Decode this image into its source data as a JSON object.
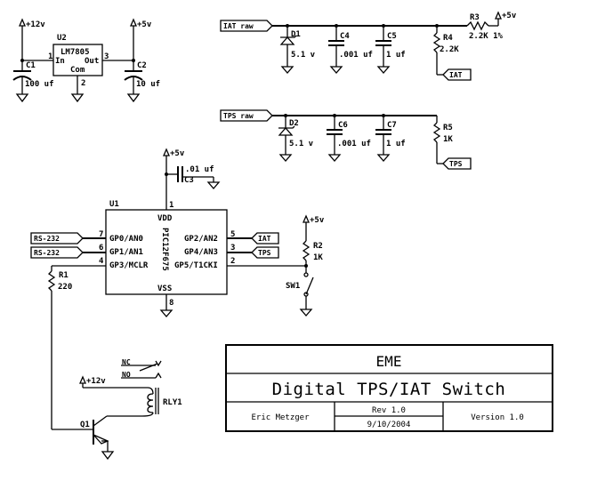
{
  "title_block": {
    "company": "EME",
    "title": "Digital TPS/IAT Switch",
    "author": "Eric Metzger",
    "revision": "Rev 1.0",
    "date": "9/10/2004",
    "version": "Version 1.0"
  },
  "power_supply": {
    "vin_label": "+12v",
    "vout_label": "+5v",
    "regulator": {
      "ref": "U2",
      "part": "LM7805",
      "pin_in": "In",
      "pin_out": "Out",
      "pin_com": "Com",
      "pin1": "1",
      "pin2": "2",
      "pin3": "3"
    },
    "c1": {
      "ref": "C1",
      "value": "100 uf"
    },
    "c2": {
      "ref": "C2",
      "value": "10 uf"
    }
  },
  "iat_input": {
    "port_label": "IAT raw",
    "d1": {
      "ref": "D1",
      "value": "5.1 v"
    },
    "c4": {
      "ref": "C4",
      "value": ".001 uf"
    },
    "c5": {
      "ref": "C5",
      "value": "1 uf"
    },
    "r3": {
      "ref": "R3",
      "value": "2.2K 1%"
    },
    "r4": {
      "ref": "R4",
      "value": "2.2K"
    },
    "supply_label": "+5v",
    "out_label": "IAT"
  },
  "tps_input": {
    "port_label": "TPS raw",
    "d2": {
      "ref": "D2",
      "value": "5.1 v"
    },
    "c6": {
      "ref": "C6",
      "value": ".001 uf"
    },
    "c7": {
      "ref": "C7",
      "value": "1 uf"
    },
    "r5": {
      "ref": "R5",
      "value": "1K"
    },
    "out_label": "TPS"
  },
  "mcu": {
    "ref": "U1",
    "part": "PIC12F675",
    "vdd": "VDD",
    "vss": "VSS",
    "supply_label": "+5v",
    "c3": {
      "ref": "C3",
      "value": ".01 uf"
    },
    "pins_left": [
      {
        "num": "7",
        "name": "GP0/AN0",
        "net": "RS-232"
      },
      {
        "num": "6",
        "name": "GP1/AN1",
        "net": "RS-232"
      },
      {
        "num": "4",
        "name": "GP3/MCLR",
        "net": ""
      }
    ],
    "pins_right": [
      {
        "num": "5",
        "name": "GP2/AN2",
        "net": "IAT"
      },
      {
        "num": "3",
        "name": "GP4/AN3",
        "net": "TPS"
      },
      {
        "num": "2",
        "name": "GP5/T1CKI",
        "net": ""
      }
    ],
    "pin_vdd": "1",
    "pin_vss": "8"
  },
  "switch": {
    "r2": {
      "ref": "R2",
      "value": "1K"
    },
    "sw1": {
      "ref": "SW1"
    },
    "supply_label": "+5v"
  },
  "relay_driver": {
    "r1": {
      "ref": "R1",
      "value": "220"
    },
    "q1": {
      "ref": "Q1"
    },
    "relay": {
      "ref": "RLY1",
      "nc": "NC",
      "no": "NO"
    },
    "supply_label": "+12v"
  }
}
